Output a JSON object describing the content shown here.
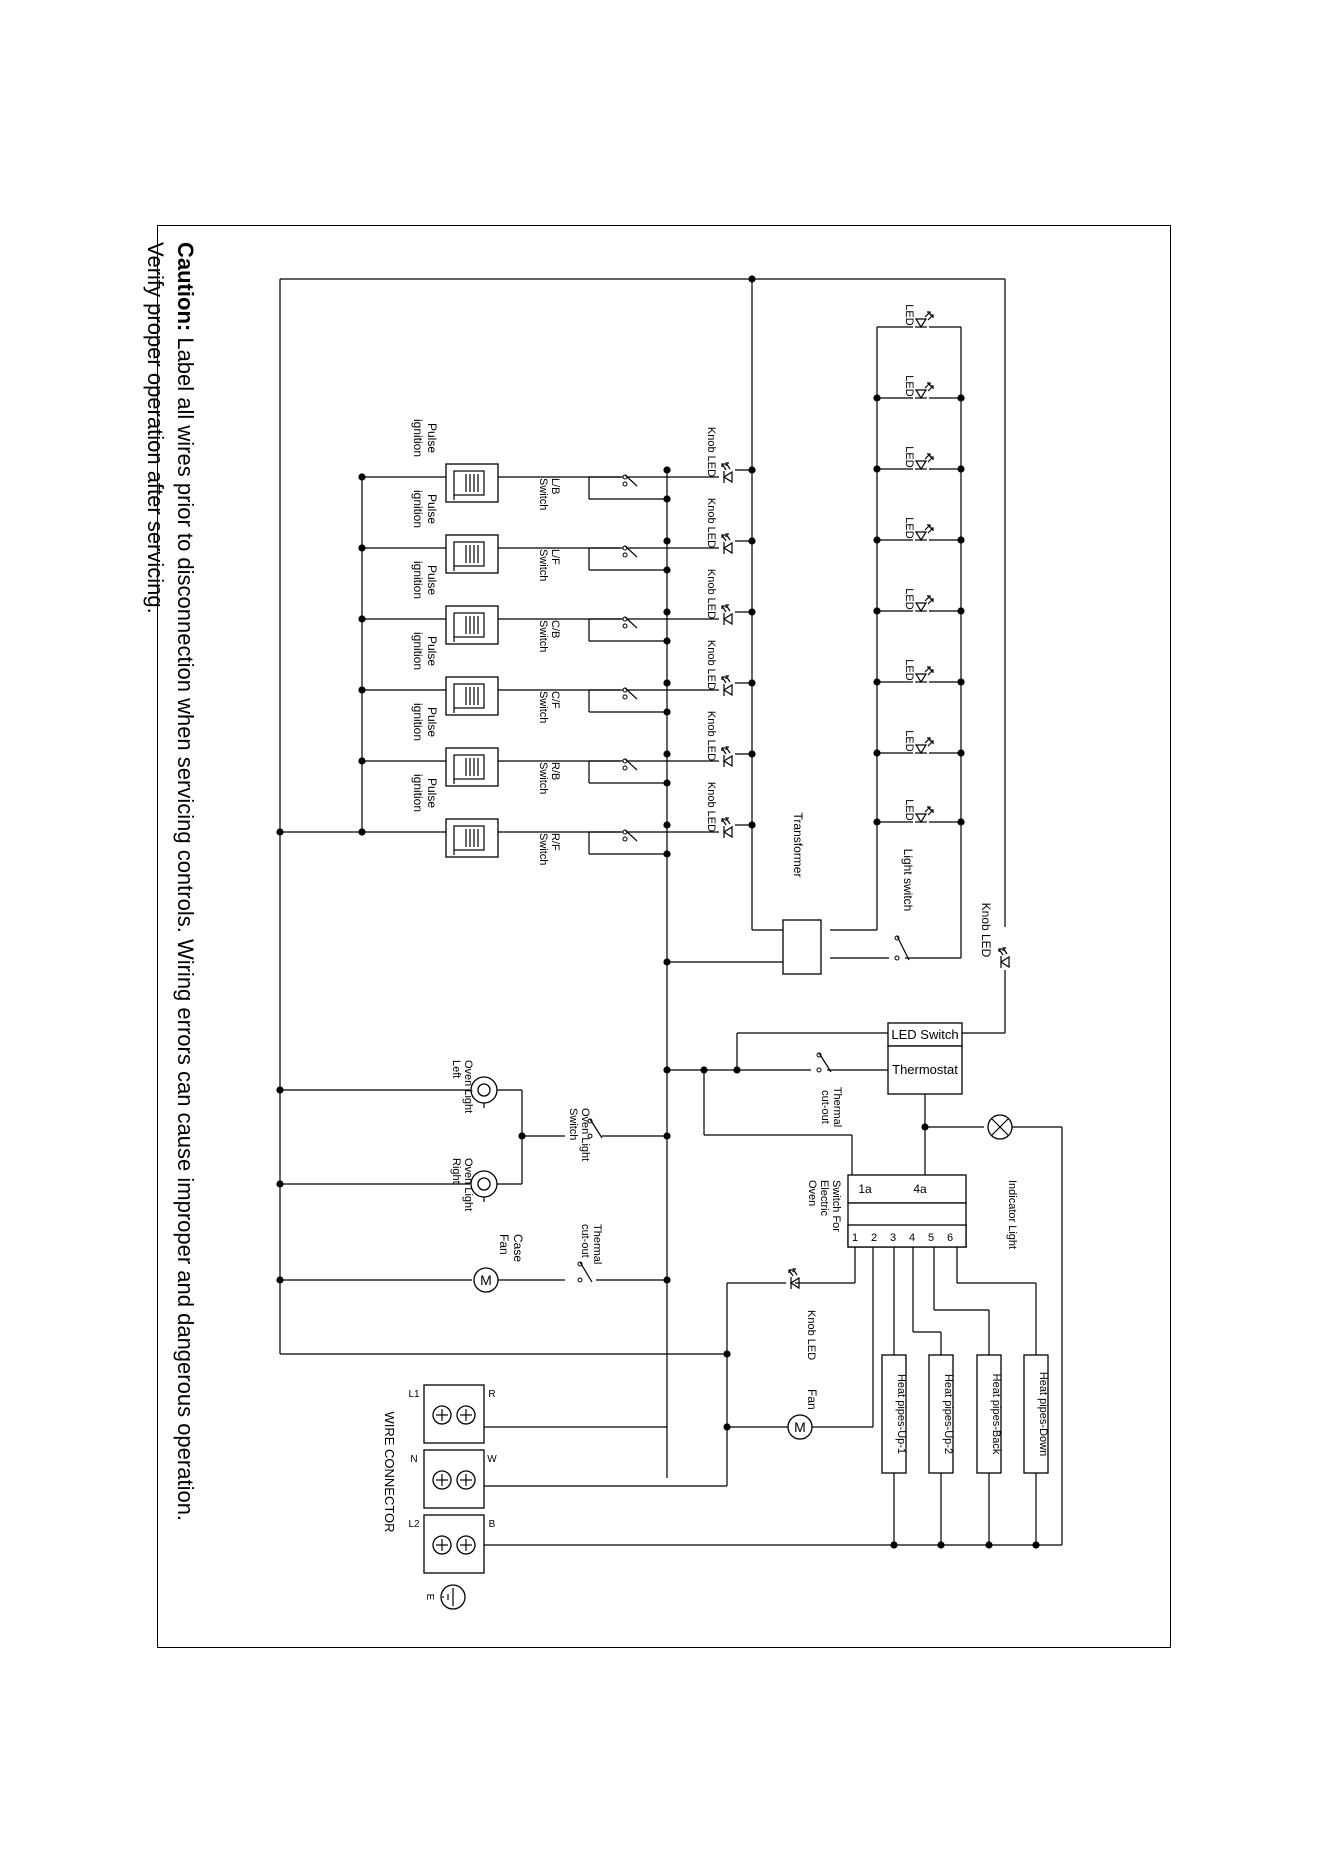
{
  "caution": {
    "label": "Caution:",
    "line1": "Label all wires prior to disconnection when servicing controls. Wiring errors can cause improper and dangerous operation.",
    "line2": "Verify proper operation after servicing."
  },
  "labels": {
    "led": "LED",
    "knob_led": "Knob LED",
    "pulse": "Pulse",
    "ignition": "ignition",
    "switch": "Switch",
    "transformer": "Transformer",
    "light_switch": "Light switch",
    "led_switch": "LED Switch",
    "thermostat": "Thermostat",
    "thermal": "Thermal",
    "cut_out": "cut-out",
    "indicator_light": "Indicator Light",
    "switch_for": "Switch For",
    "electric": "Electric",
    "oven": "Oven",
    "oven_light": "Oven Light",
    "left": "Left",
    "right": "Right",
    "case": "Case",
    "fan": "Fan",
    "motor": "M",
    "wire_connector": "WIRE CONNECTOR",
    "terminal_1a": "1a",
    "terminal_4a": "4a"
  },
  "burner_switches": [
    "L/B",
    "L/F",
    "C/B",
    "C/F",
    "R/B",
    "R/F"
  ],
  "oven_terminals": [
    "1",
    "2",
    "3",
    "4",
    "5",
    "6"
  ],
  "heat_pipes": [
    "Heat pipes-Down",
    "Heat pipes-Back",
    "Heat pipes-Up-2",
    "Heat pipes-Up-1"
  ],
  "connector": {
    "top": [
      "R",
      "W",
      "B"
    ],
    "bottom": [
      "L1",
      "N",
      "L2"
    ],
    "earth": "E"
  }
}
